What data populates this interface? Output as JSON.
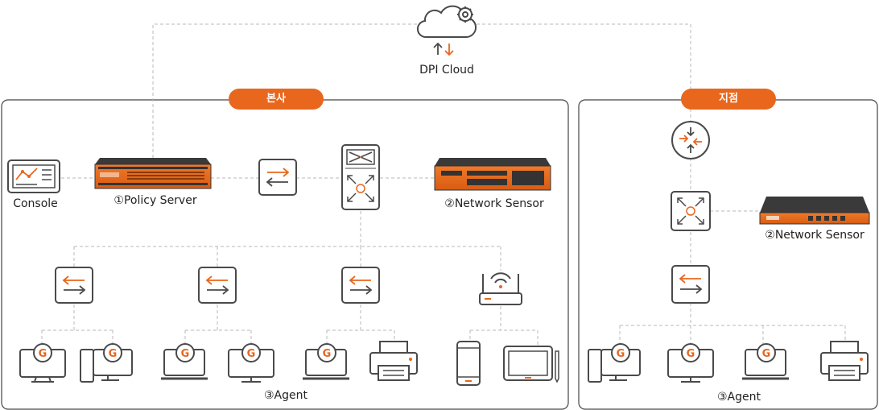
{
  "cloud": {
    "label": "DPI Cloud",
    "icon": "cloud-gear-icon"
  },
  "hq": {
    "title": "본사",
    "console": {
      "label": "Console",
      "icon": "dashboard-monitor-icon"
    },
    "policy_server": {
      "label": "①Policy Server",
      "icon": "rack-server-icon"
    },
    "network_sensor": {
      "label": "②Network Sensor",
      "icon": "rack-sensor-icon"
    },
    "core_switch": {
      "icon": "core-switch-icon"
    },
    "agent_label": "③Agent",
    "access_switches": [
      "switch-icon",
      "switch-icon",
      "switch-icon",
      "wifi-router-icon"
    ],
    "agents": [
      "desktop-agent-icon",
      "pc-tower-agent-icon",
      "laptop-agent-icon",
      "monitor-agent-icon",
      "laptop-agent-icon",
      "printer-icon",
      "smartphone-icon",
      "tablet-icon"
    ]
  },
  "branch": {
    "title": "지점",
    "network_sensor": {
      "label": "②Network Sensor",
      "icon": "rack-sensor-icon"
    },
    "agent_label": "③Agent",
    "agents": [
      "pc-tower-agent-icon",
      "monitor-agent-icon",
      "laptop-agent-icon",
      "printer-icon"
    ]
  },
  "colors": {
    "accent": "#e8671d",
    "stroke": "#4a4a4a",
    "dash": "#b8b8b8",
    "frame": "#444444"
  }
}
